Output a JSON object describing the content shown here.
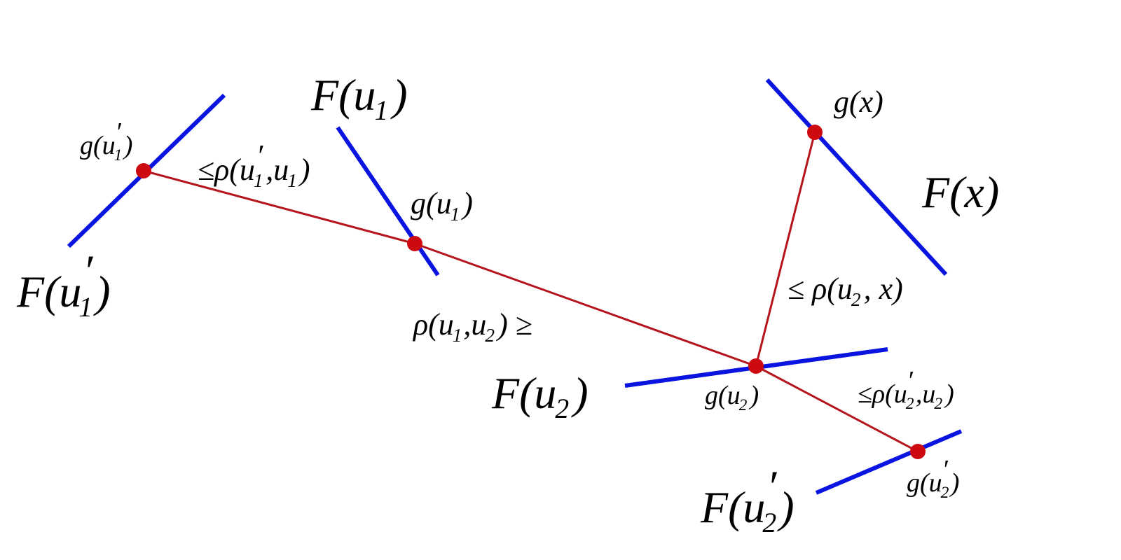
{
  "labels": {
    "F_u1_prime": {
      "main": "F(u",
      "sub": "1",
      "prime": "′",
      "close": ")"
    },
    "F_u1": {
      "main": "F(u",
      "sub": "1",
      "close": ")"
    },
    "F_x": {
      "text": "F(x)"
    },
    "F_u2": {
      "main": "F(u",
      "sub": "2",
      "close": ")"
    },
    "F_u2_prime": {
      "main": "F(u",
      "sub": "2",
      "prime": "′",
      "close": ")"
    },
    "g_u1_prime": {
      "main": "g(u",
      "sub": "1",
      "prime": "′",
      "close": ")"
    },
    "g_u1": {
      "main": "g(u",
      "sub": "1",
      "close": ")"
    },
    "g_x": {
      "text": "g(x)"
    },
    "g_u2": {
      "main": "g(u",
      "sub": "2",
      "close": ")"
    },
    "g_u2_prime": {
      "main": "g(u",
      "sub": "2",
      "prime": "′",
      "close": ")"
    },
    "rho_u1p_u1": {
      "a": "≤ρ(u",
      "s1": "1",
      "p1": "′",
      "b": ",u",
      "s2": "1",
      "c": ")"
    },
    "rho_u1_u2": {
      "a": "ρ(u",
      "s1": "1",
      "b": ",u",
      "s2": "2",
      "c": ") ≥"
    },
    "rho_u2_x": {
      "a": "≤ ρ(u",
      "s1": "2",
      "b": ", x)"
    },
    "rho_u2p_u2": {
      "a": "≤ρ(u",
      "p1": "′",
      "s1": "2",
      "b": ",u",
      "s2": "2",
      "c": ")"
    }
  },
  "colors": {
    "fiber": "#0a14e0",
    "selection_path": "#b5141c",
    "point": "#cc0a10"
  }
}
